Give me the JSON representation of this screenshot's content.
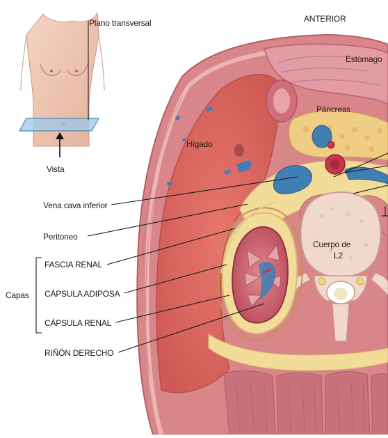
{
  "labels": {
    "plano": "Plano transversal",
    "anterior": "ANTERIOR",
    "estomago": "Estómago",
    "pancreas": "Páncreas",
    "higado": "Hígado",
    "vista": "Vista",
    "vena_cava": "Vena cava inferior",
    "peritoneo": "Peritoneo",
    "cuerpo_l2_line1": "Cuerpo de",
    "cuerpo_l2_line2": "L2",
    "capas": "Capas",
    "fascia": "FASCIA RENAL",
    "adiposa": "CÁPSULA ADIPOSA",
    "renal": "CÁPSULA RENAL",
    "rinon": "RIÑÓN DERECHO"
  },
  "colors": {
    "muscle": "#d9868b",
    "liver": "#de6d66",
    "fat": "#f2dc9a",
    "vein": "#3f7fb4",
    "artery": "#c9364a",
    "bone": "#f1d8cc",
    "kidney": "#c85866"
  }
}
